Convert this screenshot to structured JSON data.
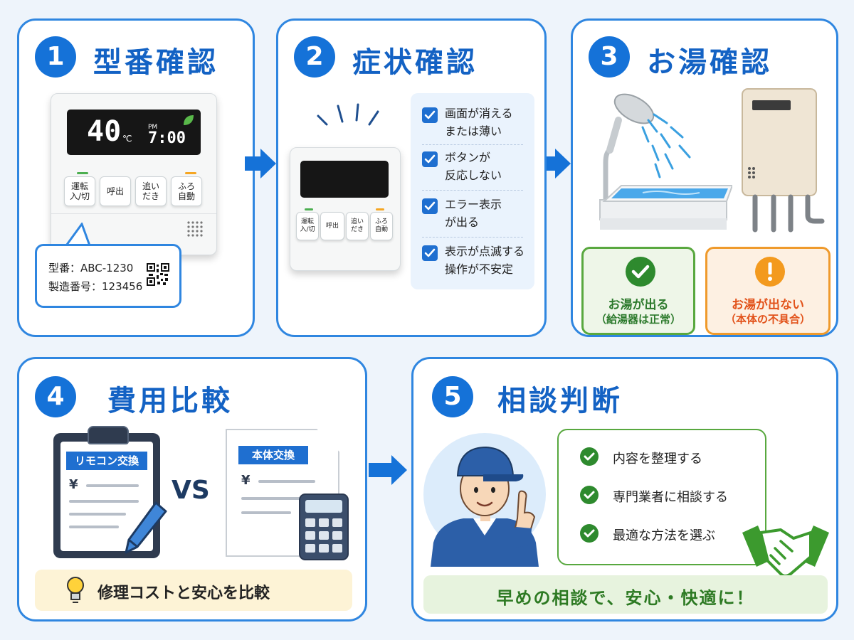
{
  "colors": {
    "accent": "#1572d8",
    "title": "#1362c4",
    "green": "#2e8a2e",
    "orange": "#e58a14",
    "tip_bg": "#fdf3d6",
    "banner_bg": "#e7f3de"
  },
  "step1": {
    "number": "1",
    "title": "型番確認",
    "temp": "40",
    "temp_unit": "℃",
    "ampm": "PM",
    "clock": "7:00",
    "buttons": [
      "運転\n入/切",
      "呼出",
      "追い\nだき",
      "ふろ\n自動"
    ],
    "label_model": "型番：ABC-1230",
    "label_serial": "製造番号：123456"
  },
  "step2": {
    "number": "2",
    "title": "症状確認",
    "buttons": [
      "運転\n入/切",
      "呼出",
      "追い\nだき",
      "ふろ\n自動"
    ],
    "checks": [
      {
        "line1": "画面が消える",
        "line2": "または薄い"
      },
      {
        "line1": "ボタンが",
        "line2": "反応しない"
      },
      {
        "line1": "エラー表示",
        "line2": "が出る"
      },
      {
        "line1": "表示が点滅する",
        "line2": "操作が不安定"
      }
    ]
  },
  "step3": {
    "number": "3",
    "title": "お湯確認",
    "ok_line1": "お湯が出る",
    "ok_line2": "（給湯器は正常）",
    "ng_line1": "お湯が出ない",
    "ng_line2": "（本体の不具合）"
  },
  "step4": {
    "number": "4",
    "title": "費用比較",
    "left_doc_label": "リモコン交換",
    "right_doc_label": "本体交換",
    "currency": "¥",
    "vs": "VS",
    "tip": "修理コストと安心を比較"
  },
  "step5": {
    "number": "5",
    "title": "相談判断",
    "steps": [
      "内容を整理する",
      "専門業者に相談する",
      "最適な方法を選ぶ"
    ],
    "banner": "早めの相談で、安心・快適に！"
  }
}
